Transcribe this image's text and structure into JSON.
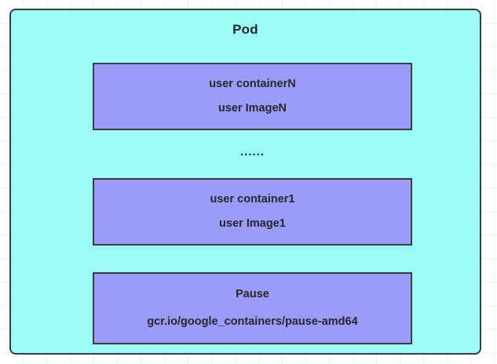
{
  "diagram": {
    "title": "Pod",
    "background_color": "#9bfcf7",
    "border_color": "#3b3b40",
    "container_color": "#9b9bfa",
    "text_color": "#27272b",
    "grid_color": "#eceef0",
    "separator": "......",
    "containers": [
      {
        "id": "user-container-n",
        "name": "user containerN",
        "image": "user ImageN"
      },
      {
        "id": "user-container-1",
        "name": "user container1",
        "image": "user Image1"
      },
      {
        "id": "pause-container",
        "name": "Pause",
        "image": "gcr.io/google_containers/pause-amd64"
      }
    ]
  }
}
